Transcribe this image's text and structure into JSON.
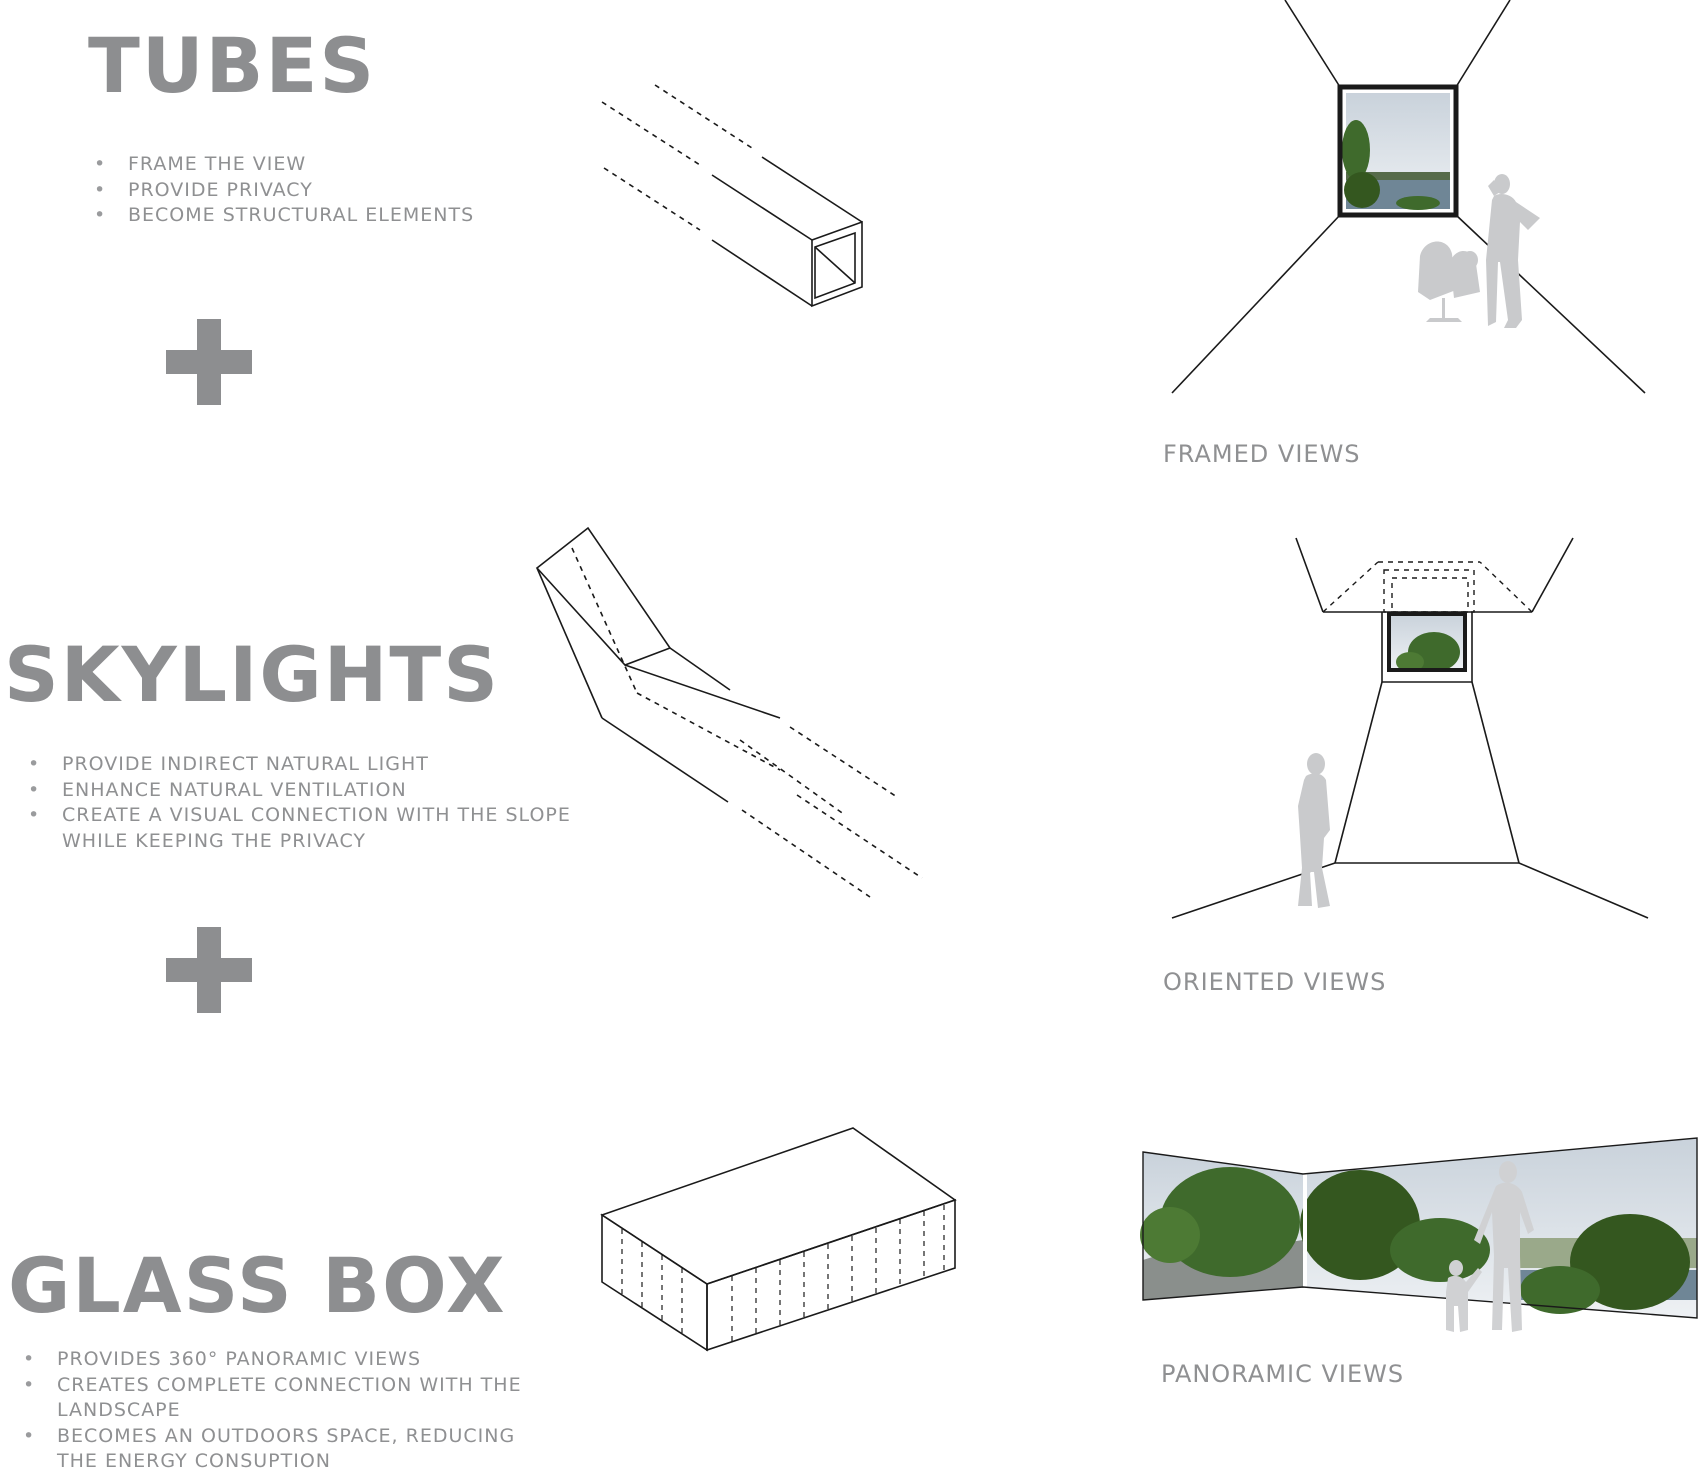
{
  "sections": [
    {
      "id": "tubes",
      "heading": "TUBES",
      "bullets": [
        "FRAME THE VIEW",
        "PROVIDE PRIVACY",
        "BECOME STRUCTURAL ELEMENTS"
      ],
      "caption": "FRAMED VIEWS"
    },
    {
      "id": "skylights",
      "heading": "SKYLIGHTS",
      "bullets": [
        "PROVIDE INDIRECT NATURAL LIGHT",
        "ENHANCE NATURAL VENTILATION",
        "CREATE A VISUAL CONNECTION WITH THE SLOPE WHILE KEEPING THE PRIVACY"
      ],
      "caption": "ORIENTED VIEWS"
    },
    {
      "id": "glass-box",
      "heading": "GLASS BOX",
      "bullets": [
        "PROVIDES 360° PANORAMIC VIEWS",
        "CREATES COMPLETE CONNECTION WITH THE LANDSCAPE",
        "BECOMES AN OUTDOORS SPACE, REDUCING THE ENERGY CONSUPTION"
      ],
      "caption": "PANORAMIC VIEWS"
    }
  ],
  "colors": {
    "heading": "#8d8e90",
    "text": "#8f9092",
    "line": "#1a1a1a",
    "silhouette": "#c9cacc",
    "sky": "#dfe5ea",
    "foliage": "#3f6a2c",
    "water": "#6f8696"
  }
}
